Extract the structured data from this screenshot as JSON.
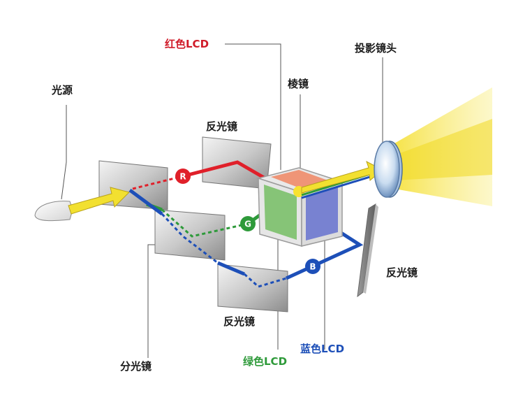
{
  "labels": {
    "light_source": "光源",
    "red_lcd": "红色LCD",
    "projection_lens": "投影镜头",
    "prism": "棱镜",
    "mirror_top": "反光镜",
    "mirror_right": "反光镜",
    "mirror_bottom": "反光镜",
    "splitter": "分光镜",
    "green_lcd": "绿色LCD",
    "blue_lcd": "蓝色LCD"
  },
  "channels": {
    "red": "R",
    "green": "G",
    "blue": "B"
  },
  "colors": {
    "red": "#e0202a",
    "green": "#2e9a3a",
    "blue": "#1d4fb8",
    "light": "#f2e030",
    "text": "#1a1a1a"
  }
}
